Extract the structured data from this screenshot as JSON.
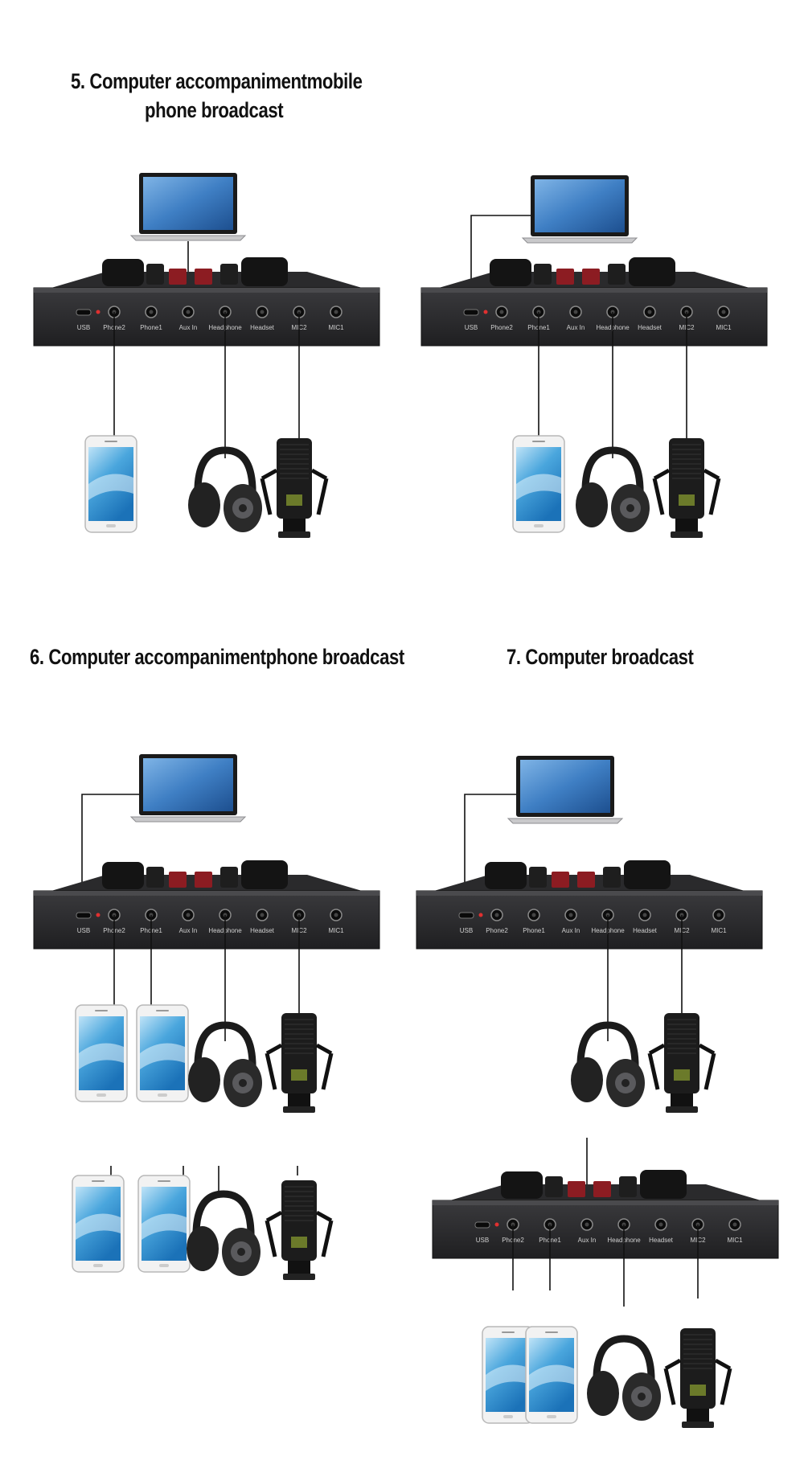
{
  "titles": {
    "t5_line1": "5. Computer accompanimentmobile",
    "t5_line2": "phone broadcast",
    "t6": "6. Computer accompanimentphone broadcast",
    "t7": "7. Computer broadcast"
  },
  "mixer_ports": {
    "usb": "USB",
    "phone2": "Phone2",
    "phone1": "Phone1",
    "aux_in": "Aux In",
    "headphone": "Headphone",
    "headset": "Headset",
    "mic2": "MIC2",
    "mic1": "MIC1"
  },
  "colors": {
    "mixer_body": "#2b2b2d",
    "knob_red": "#8c1c22",
    "cable": "#111111",
    "screen_blue": "#3f7fc4"
  },
  "icons": [
    "laptop-icon",
    "mixer-icon",
    "phone-icon",
    "headphones-icon",
    "microphone-icon"
  ]
}
